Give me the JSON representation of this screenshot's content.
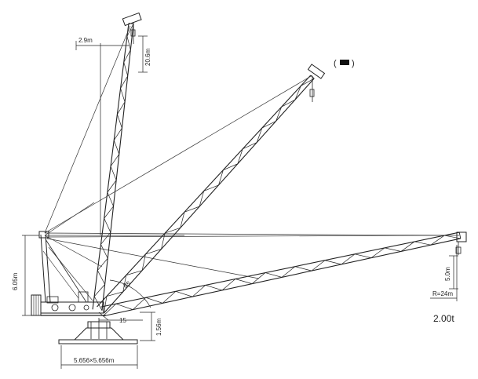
{
  "labels": {
    "boom_offset": "2.9m",
    "jib_height": "20.6m",
    "mast_height": "6.05m",
    "angle_85": "85",
    "angle_15": "15",
    "base_height": "1.56m",
    "base_size": "5.656×5.656m",
    "hook_drop": "5.0m",
    "radius": "R=24m",
    "load": "2.00t"
  },
  "colors": {
    "line": "#222222",
    "background": "#ffffff"
  },
  "icons": {
    "legend_marker": "filled-rectangle-in-parentheses"
  }
}
